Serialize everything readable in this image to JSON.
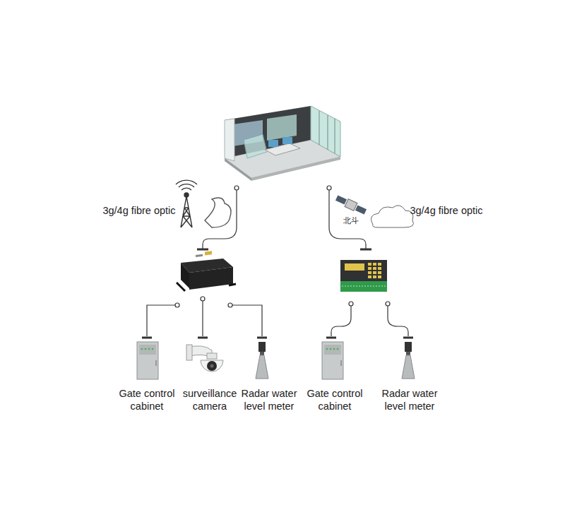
{
  "diagram": {
    "nodes": [
      {
        "text": [
          "Gate control cabinet"
        ]
      },
      {
        "text": [
          "surveillance camera"
        ]
      },
      {
        "text": [
          "Radar water level meter"
        ]
      },
      {
        "text": [
          "Gate control cabinet"
        ]
      },
      {
        "text": [
          "Radar water level meter"
        ]
      }
    ],
    "labels": [
      "3g/4g fibre optic",
      "北斗",
      "3g/4g fibre optic"
    ]
  }
}
